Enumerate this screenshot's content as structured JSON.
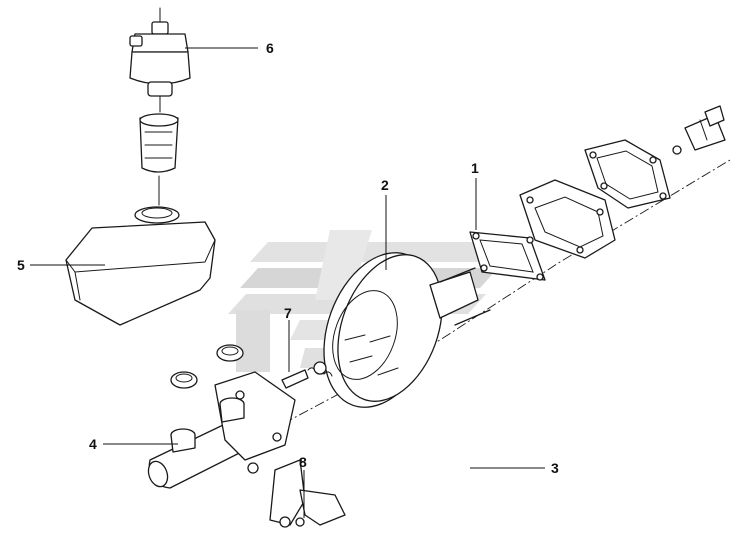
{
  "diagram": {
    "callouts": [
      {
        "id": "1",
        "label": "1"
      },
      {
        "id": "2",
        "label": "2"
      },
      {
        "id": "3",
        "label": "3"
      },
      {
        "id": "4",
        "label": "4"
      },
      {
        "id": "5",
        "label": "5"
      },
      {
        "id": "6",
        "label": "6"
      },
      {
        "id": "7",
        "label": "7"
      },
      {
        "id": "8",
        "label": "8"
      }
    ],
    "colors": {
      "watermark_light": "#e2e2e2",
      "watermark_dark": "#d0d0d0",
      "line": "#1a1a1a",
      "background": "#ffffff"
    }
  }
}
